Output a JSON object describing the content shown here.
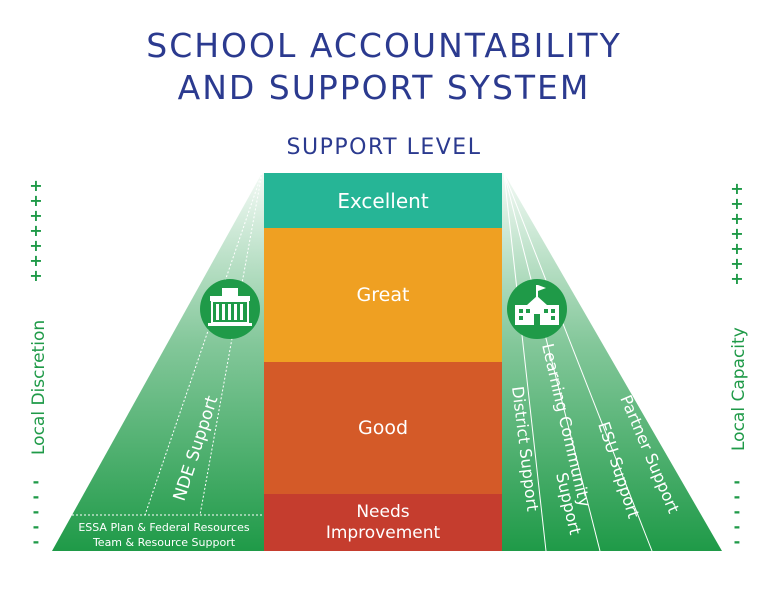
{
  "title_line1": "SCHOOL ACCOUNTABILITY",
  "title_line2": "AND  SUPPORT SYSTEM",
  "support_level": "SUPPORT LEVEL",
  "levels": {
    "excellent": "Excellent",
    "great": "Great",
    "good": "Good",
    "needs_line1": "Needs",
    "needs_line2": "Improvement"
  },
  "left": {
    "axis_label": "Local Discretion",
    "nde_support": "NDE Support",
    "essa_line1": "ESSA Plan & Federal Resources",
    "essa_line2": "Team & Resource Support"
  },
  "right": {
    "axis_label": "Local Capacity",
    "district_support": "District Support",
    "learning_line1": "Learning Community",
    "learning_line2": "Support",
    "esu_support": "ESU Support",
    "partner_support": "Partner Support"
  },
  "icons": {
    "left": "state-capitol-building-icon",
    "right": "school-building-icon"
  },
  "colors": {
    "title": "#2b3a8f",
    "excellent": "#26b596",
    "great": "#efa022",
    "good": "#d45a28",
    "needs_improvement": "#c53d2e",
    "green": "#1f9a48"
  }
}
